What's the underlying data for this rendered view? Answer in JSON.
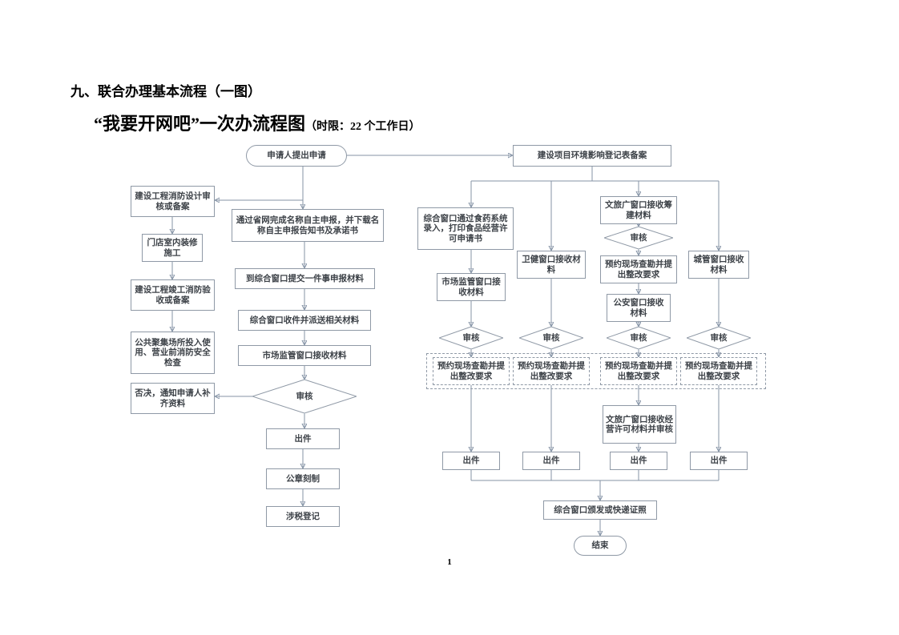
{
  "page": {
    "heading": "九、联合办理基本流程（一图）",
    "title": "“我要开网吧”一次办流程图",
    "title_note": "（时限：22 个工作日）",
    "page_number": "1"
  },
  "nodes": {
    "start": "申请人提出申请",
    "env_registry": "建设项目环境影响登记表备案",
    "fire_design": "建设工程消防设计审核或备案",
    "shop_fitout": "门店室内装修施工",
    "fire_acceptance": "建设工程竣工消防验收或备案",
    "fire_safety_check": "公共聚集场所投入使用、营业前消防安全检查",
    "reject_notice": "否决，通知申请人补齐资料",
    "name_declare": "通过省网完成名称自主申报，并下载名称自主申报告知书及承诺书",
    "submit_one": "到综合窗口提交一件事申报材料",
    "dispatch": "综合窗口收件并派送相关材料",
    "market_window_main": "市场监管窗口接收材料",
    "audit_main": "审核",
    "issue_main": "出件",
    "seal_carving": "公章刻制",
    "tax_registration": "涉税登记",
    "food_entry": "综合窗口通过食药系统录入，打印食品经营许可申请书",
    "market_window_food": "市场监管窗口接收材料",
    "health_window": "卫健窗口接收材料",
    "culture_window_prep": "文旅广窗口接收筹建材料",
    "audit_culture_prep": "审核",
    "survey_culture": "预约现场查勘并提出整改要求",
    "police_window": "公安窗口接收材料",
    "city_mgmt_window": "城管窗口接收材料",
    "audit_food": "审核",
    "audit_health": "审核",
    "audit_police": "审核",
    "audit_city": "审核",
    "survey_food": "预约现场查勘并提出整改要求",
    "survey_health": "预约现场查勘并提出整改要求",
    "survey_police": "预约现场查勘并提出整改要求",
    "survey_city": "预约现场查勘并提出整改要求",
    "culture_license_audit": "文旅广窗口接收经营许可材料并审核",
    "issue_food": "出件",
    "issue_health": "出件",
    "issue_police": "出件",
    "issue_city": "出件",
    "final_issue": "综合窗口颁发或快递证照",
    "end": "结束"
  }
}
